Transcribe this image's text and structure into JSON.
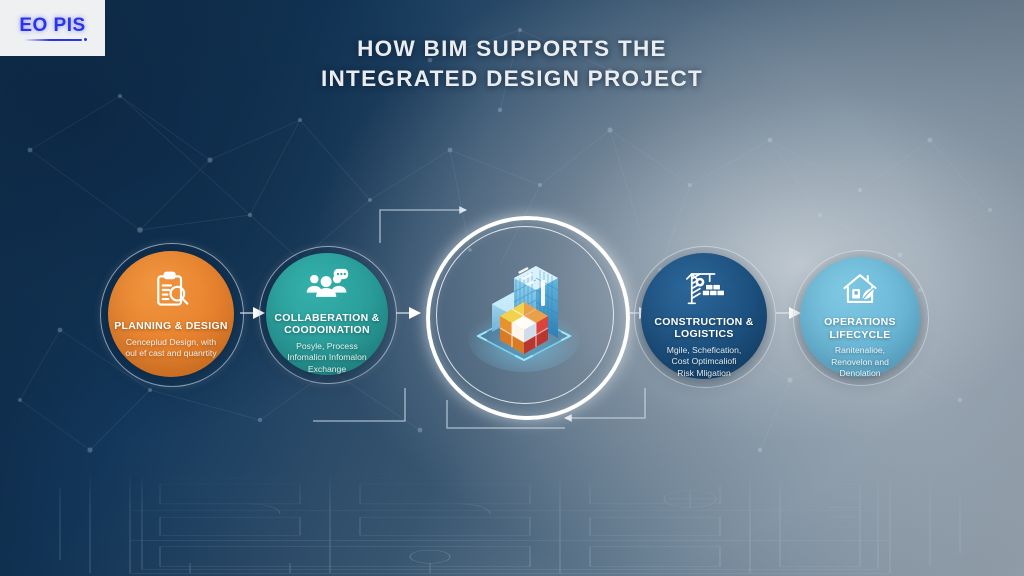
{
  "logo": {
    "text": "EO PIS",
    "accent_color": "#2a35ea"
  },
  "title": {
    "line1": "HOW BIM SUPPORTS THE",
    "line2": "INTEGRATED DESIGN PROJECT"
  },
  "center": {
    "icon_name": "isometric-bim-building-cube",
    "alt": "3D isometric building with colorful data cube"
  },
  "nodes": [
    {
      "id": "planning-design",
      "title": "PLANNING & DESIGN",
      "subtitle": "Cenceplud Design,\nwith oul ef cast and\nquanrtity",
      "color": "#e8822e",
      "icon_name": "clipboard-search-icon"
    },
    {
      "id": "collaboration-coordination",
      "title": "COLLABERATION &\nCOODOINATION",
      "subtitle": "Posyle, Process\nInfomalicn Infomalon\nExchange",
      "color": "#2a9d9a",
      "icon_name": "people-chat-icon"
    },
    {
      "id": "construction-logistics",
      "title": "CONSTRUCTION &\nLOGISTICS",
      "subtitle": "Mgile, Schefication,\nCost Optimcaliofi\nRisk Mligation",
      "color": "#1d5180",
      "icon_name": "crane-bricks-icon"
    },
    {
      "id": "operations-lifecycle",
      "title": "OPERATIONS\nLIFECYCLE",
      "subtitle": "Ranitenalioe,\nRenovelon and\nDenolation",
      "color": "#6bb8d8",
      "icon_name": "house-leaf-icon"
    }
  ],
  "connectors": [
    {
      "id": "arrow-planning-to-collaboration",
      "direction": "right"
    },
    {
      "id": "arrow-collaboration-to-hub",
      "direction": "right"
    },
    {
      "id": "arrow-hub-to-construction",
      "direction": "right"
    },
    {
      "id": "arrow-construction-to-operations",
      "direction": "right"
    },
    {
      "id": "feedback-top-loop",
      "direction": "right"
    },
    {
      "id": "feedback-bottom-loop",
      "direction": "left"
    }
  ],
  "background": {
    "blueprint_name": "architectural-floorplan-blueprint",
    "network_name": "network-constellation-dots"
  }
}
